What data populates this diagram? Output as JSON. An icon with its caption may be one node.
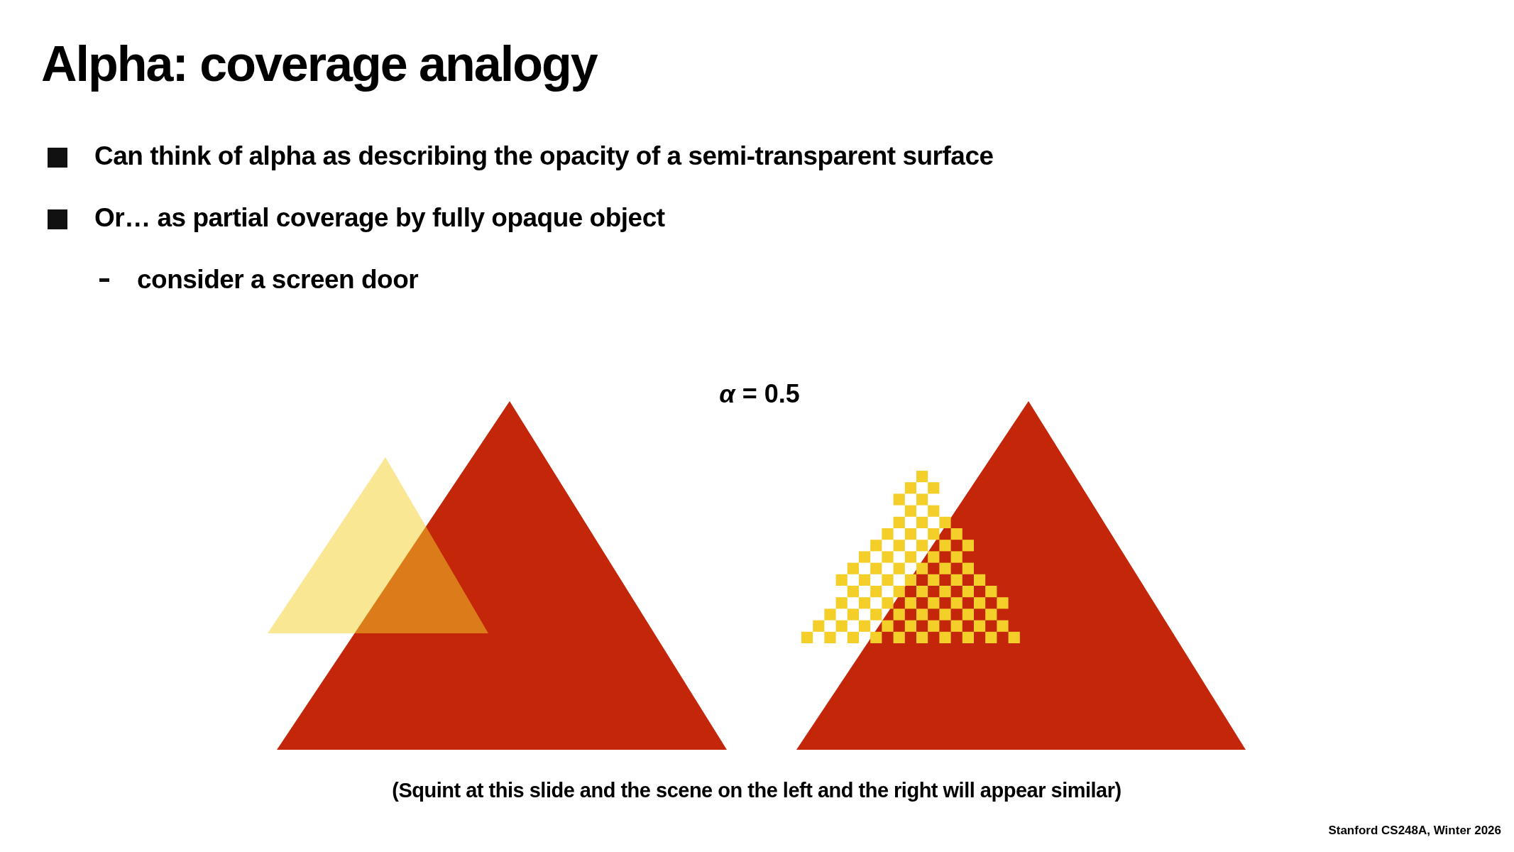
{
  "diagram": {
    "title": "Alpha: coverage analogy",
    "labels": [
      "Can think of alpha as describing the opacity of a semi-transparent surface",
      "Or… as partial coverage by fully opaque object",
      "consider a screen door",
      "*α* = 0.5",
      "(Squint at this slide and the scene on the left and the right will appear similar)",
      "Stanford CS248A, Winter 2026"
    ]
  }
}
